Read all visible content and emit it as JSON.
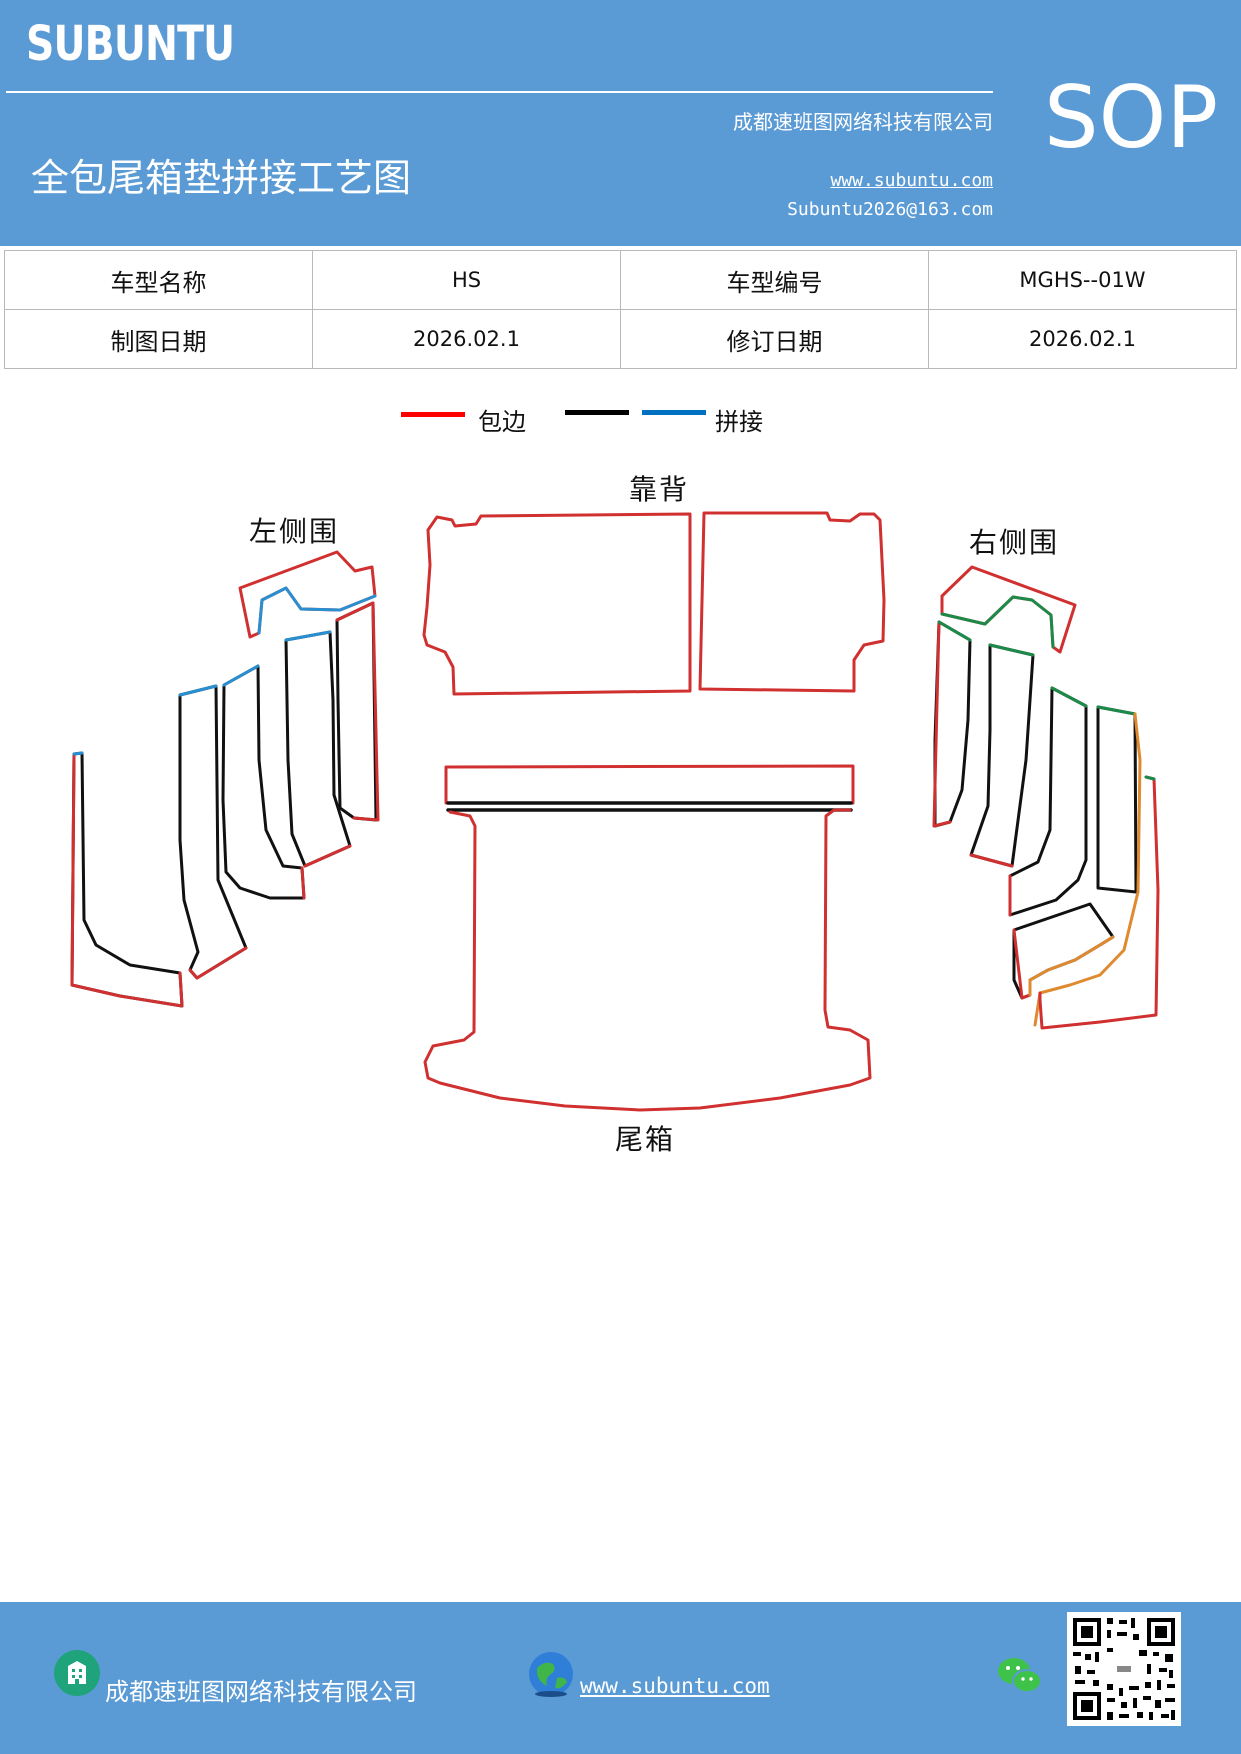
{
  "header": {
    "brand": "SUBUNTU",
    "company": "成都速班图网络科技有限公司",
    "doc_type": "SOP",
    "title": "全包尾箱垫拼接工艺图",
    "website": "www.subuntu.com",
    "email": "Subuntu2026@163.com"
  },
  "info_table": {
    "model_name_label": "车型名称",
    "model_name_value": "HS",
    "model_code_label": "车型编号",
    "model_code_value": "MGHS--01W",
    "draw_date_label": "制图日期",
    "draw_date_value": "2026.02.1",
    "revise_date_label": "修订日期",
    "revise_date_value": "2026.02.1"
  },
  "legend": {
    "items": [
      {
        "label": "包边",
        "color": "#ff0000"
      },
      {
        "label": "",
        "color": "#000000"
      },
      {
        "label": "拼接",
        "color": "#0070c0"
      }
    ]
  },
  "diagram": {
    "labels": {
      "backrest": "靠背",
      "left_side": "左侧围",
      "right_side": "右侧围",
      "trunk": "尾箱"
    },
    "colors": {
      "edge": "#d03030",
      "seam_black": "#111111",
      "seam_blue": "#2a8fd0",
      "seam_green": "#1e8a4a",
      "seam_orange": "#e08a30"
    }
  },
  "footer": {
    "company": "成都速班图网络科技有限公司",
    "website": "www.subuntu.com",
    "icons": [
      "building-icon",
      "globe-icon",
      "wechat-icon",
      "qr-code"
    ]
  }
}
